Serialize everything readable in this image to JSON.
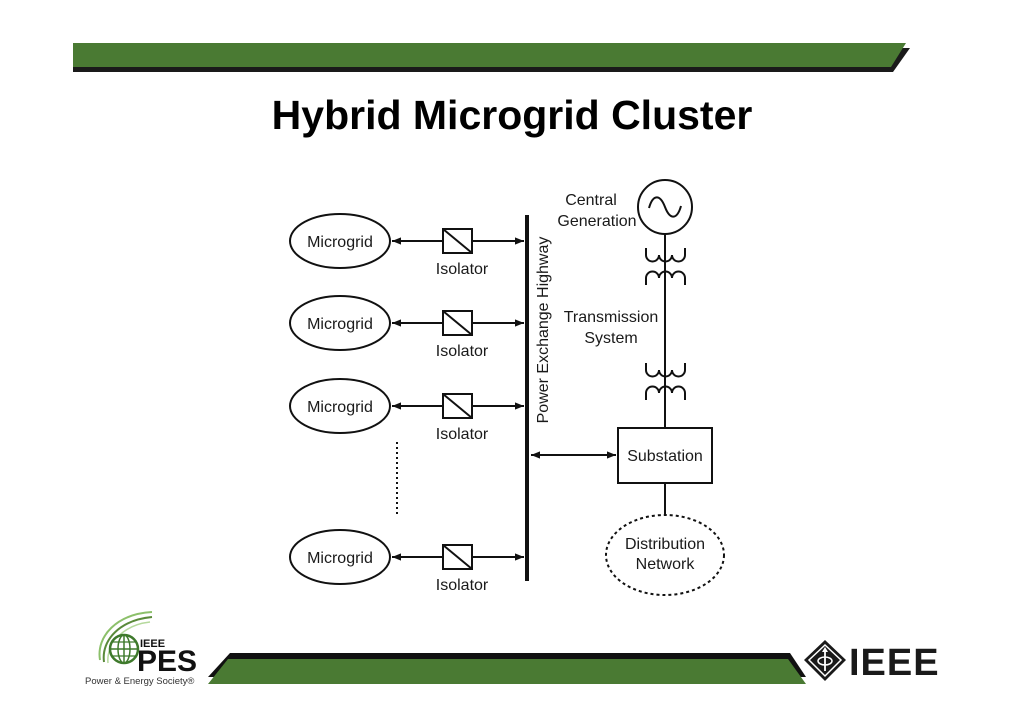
{
  "slide": {
    "title": "Hybrid Microgrid Cluster",
    "colors": {
      "bar_green": "#4a7a33",
      "bar_shadow": "#1a1a1a",
      "line": "#111111",
      "pes_green": "#5a8a3a"
    }
  },
  "diagram": {
    "microgrids": [
      {
        "label": "Microgrid",
        "isolator_label": "Isolator"
      },
      {
        "label": "Microgrid",
        "isolator_label": "Isolator"
      },
      {
        "label": "Microgrid",
        "isolator_label": "Isolator"
      },
      {
        "label": "Microgrid",
        "isolator_label": "Isolator"
      }
    ],
    "bus_label": "Power Exchange Highway",
    "central_generation": [
      "Central",
      "Generation"
    ],
    "transmission_system": [
      "Transmission",
      "System"
    ],
    "substation_label": "Substation",
    "distribution_network": [
      "Distribution",
      "Network"
    ]
  },
  "footer": {
    "pes_logo": {
      "ieee": "IEEE",
      "pes": "PES",
      "tagline": "Power & Energy Society®"
    },
    "ieee_logo": {
      "text": "IEEE"
    }
  }
}
